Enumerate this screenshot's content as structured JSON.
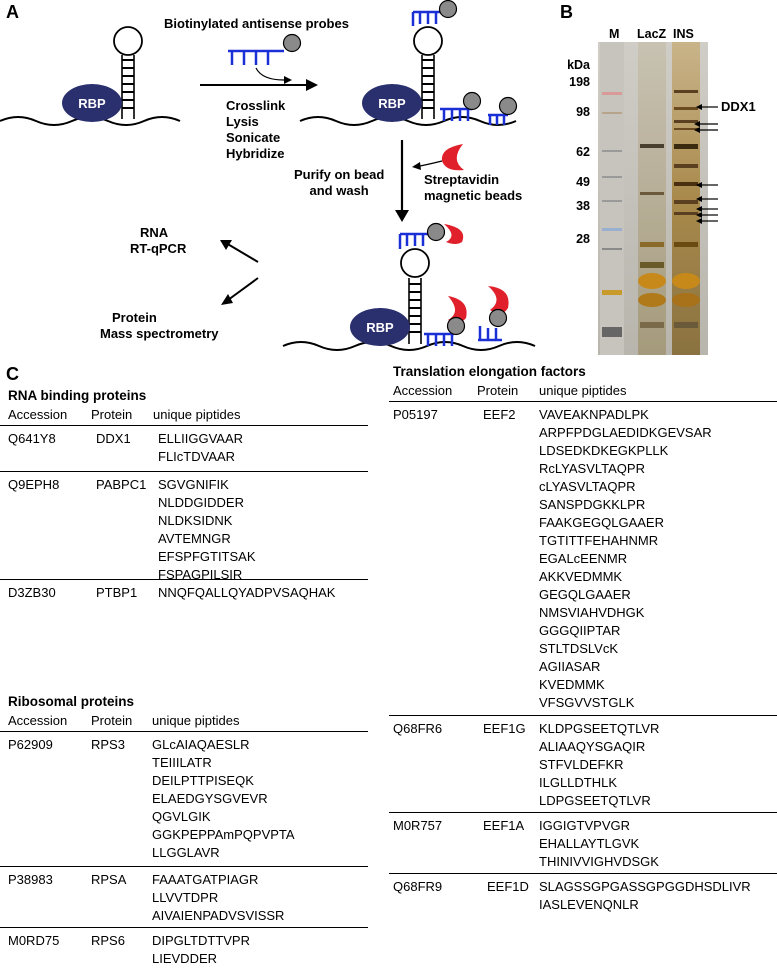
{
  "panel_a": {
    "letter": "A",
    "probe_label": "Biotinylated antisense probes",
    "rbp_label": "RBP",
    "steps": [
      "Crosslink",
      "Lysis",
      "Sonicate",
      "Hybridize"
    ],
    "purify_label": [
      "Purify on bead",
      "and wash"
    ],
    "streptavidin_label": [
      "Streptavidin",
      "magnetic beads"
    ],
    "rna_label": [
      "RNA",
      "RT-qPCR"
    ],
    "protein_label": [
      "Protein",
      "Mass spectrometry"
    ]
  },
  "panel_b": {
    "letter": "B",
    "lanes": [
      "M",
      "LacZ",
      "INS"
    ],
    "kda_title": "kDa",
    "markers": [
      "198",
      "98",
      "62",
      "49",
      "38",
      "28"
    ],
    "band_label": "DDX1"
  },
  "panel_c": {
    "letter": "C",
    "col_headers": [
      "Accession",
      "Protein",
      "unique piptides"
    ],
    "rna_binding": {
      "title": "RNA binding proteins",
      "groups": [
        {
          "accession": "Q641Y8",
          "protein": "DDX1",
          "peptides": [
            "ELLIIGGVAAR",
            "FLIcTDVAAR"
          ]
        },
        {
          "accession": "Q9EPH8",
          "protein": "PABPC1",
          "peptides": [
            "SGVGNIFIK",
            "NLDDGIDDER",
            "NLDKSIDNK",
            "AVTEMNGR",
            "EFSPFGTITSAK",
            "FSPAGPILSIR"
          ]
        },
        {
          "accession": "D3ZB30",
          "protein": "PTBP1",
          "peptides": [
            "NNQFQALLQYADPVSAQHAK"
          ]
        }
      ]
    },
    "ribosomal": {
      "title": "Ribosomal proteins",
      "groups": [
        {
          "accession": "P62909",
          "protein": "RPS3",
          "peptides": [
            "GLcAIAQAESLR",
            "TEIIILATR",
            "DEILPTTPISEQK",
            "ELAEDGYSGVEVR",
            "QGVLGIK",
            "GGKPEPPAmPQPVPTA",
            "LLGGLAVR"
          ]
        },
        {
          "accession": "P38983",
          "protein": "RPSA",
          "peptides": [
            "FAAATGATPIAGR",
            "LLVVTDPR",
            "AIVAIENPADVSVISSR"
          ]
        },
        {
          "accession": "M0RD75",
          "protein": "RPS6",
          "peptides": [
            "DIPGLTDTTVPR",
            "LIEVDDER"
          ]
        }
      ]
    },
    "translation": {
      "title": "Translation elongation factors",
      "groups": [
        {
          "accession": "P05197",
          "protein": "EEF2",
          "peptides": [
            "VAVEAKNPADLPK",
            "ARPFPDGLAEDIDKGEVSAR",
            "LDSEDKDKEGKPLLK",
            "RcLYASVLTAQPR",
            "cLYASVLTAQPR",
            "SANSPDGKKLPR",
            "FAAKGEGQLGAAER",
            "TGTITTFEHAHNMR",
            "EGALcEENMR",
            "AKKVEDMMK",
            "GEGQLGAAER",
            "NMSVIAHVDHGK",
            "GGGQIIPTAR",
            "STLTDSLVcK",
            "AGIIASAR",
            "KVEDMMK",
            "VFSGVVSTGLK"
          ]
        },
        {
          "accession": "Q68FR6",
          "protein": "EEF1G",
          "peptides": [
            "KLDPGSEETQTLVR",
            "ALIAAQYSGAQIR",
            "STFVLDEFKR",
            "ILGLLDTHLK",
            "LDPGSEETQTLVR"
          ]
        },
        {
          "accession": "M0R757",
          "protein": "EEF1A",
          "peptides": [
            "IGGIGTVPVGR",
            "EHALLAYTLGVK",
            "THINIVVIGHVDSGK"
          ]
        },
        {
          "accession": "Q68FR9",
          "protein": "EEF1D",
          "peptides": [
            "SLAGSSGPGASSGPGGDHSDLIVR",
            "IASLEVENQNLR"
          ]
        }
      ]
    }
  },
  "colors": {
    "rbp": "#2a2f6e",
    "probe": "#1a2fd6",
    "bead": "#e0202a",
    "biotin": "#8a8a8a"
  }
}
